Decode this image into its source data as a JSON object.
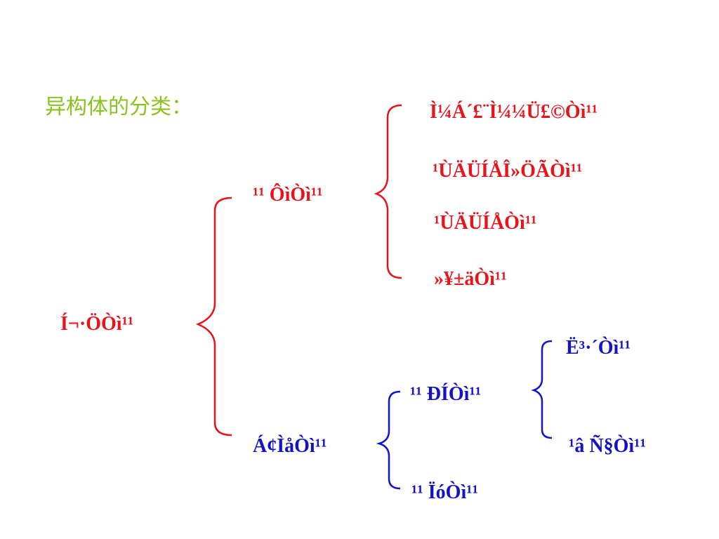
{
  "title": "异构体的分类：",
  "root": "Í¬·ÖÒì¹¹",
  "branch_structural": "¹¹ ÔìÒì¹¹",
  "structural_items": [
    "Ì¼Á´£¨Ì¼¼Ü£©Òì¹¹",
    "¹ÙÄÜÍÅÎ»ÖÃÒì¹¹",
    "¹ÙÄÜÍÅÒì¹¹",
    "»¥±äÒì¹¹"
  ],
  "branch_stereo": "Á¢ÌåÒì¹¹",
  "stereo_items": [
    "¹¹ ÐÍÒì¹¹",
    "¹¹ ÏóÒì¹¹"
  ],
  "config_items": [
    "Ë³·´Òì¹¹",
    "¹â Ñ§Òì¹¹"
  ],
  "colors": {
    "title": "#8ac21f",
    "red": "#e8131b",
    "blue": "#1212c8"
  }
}
